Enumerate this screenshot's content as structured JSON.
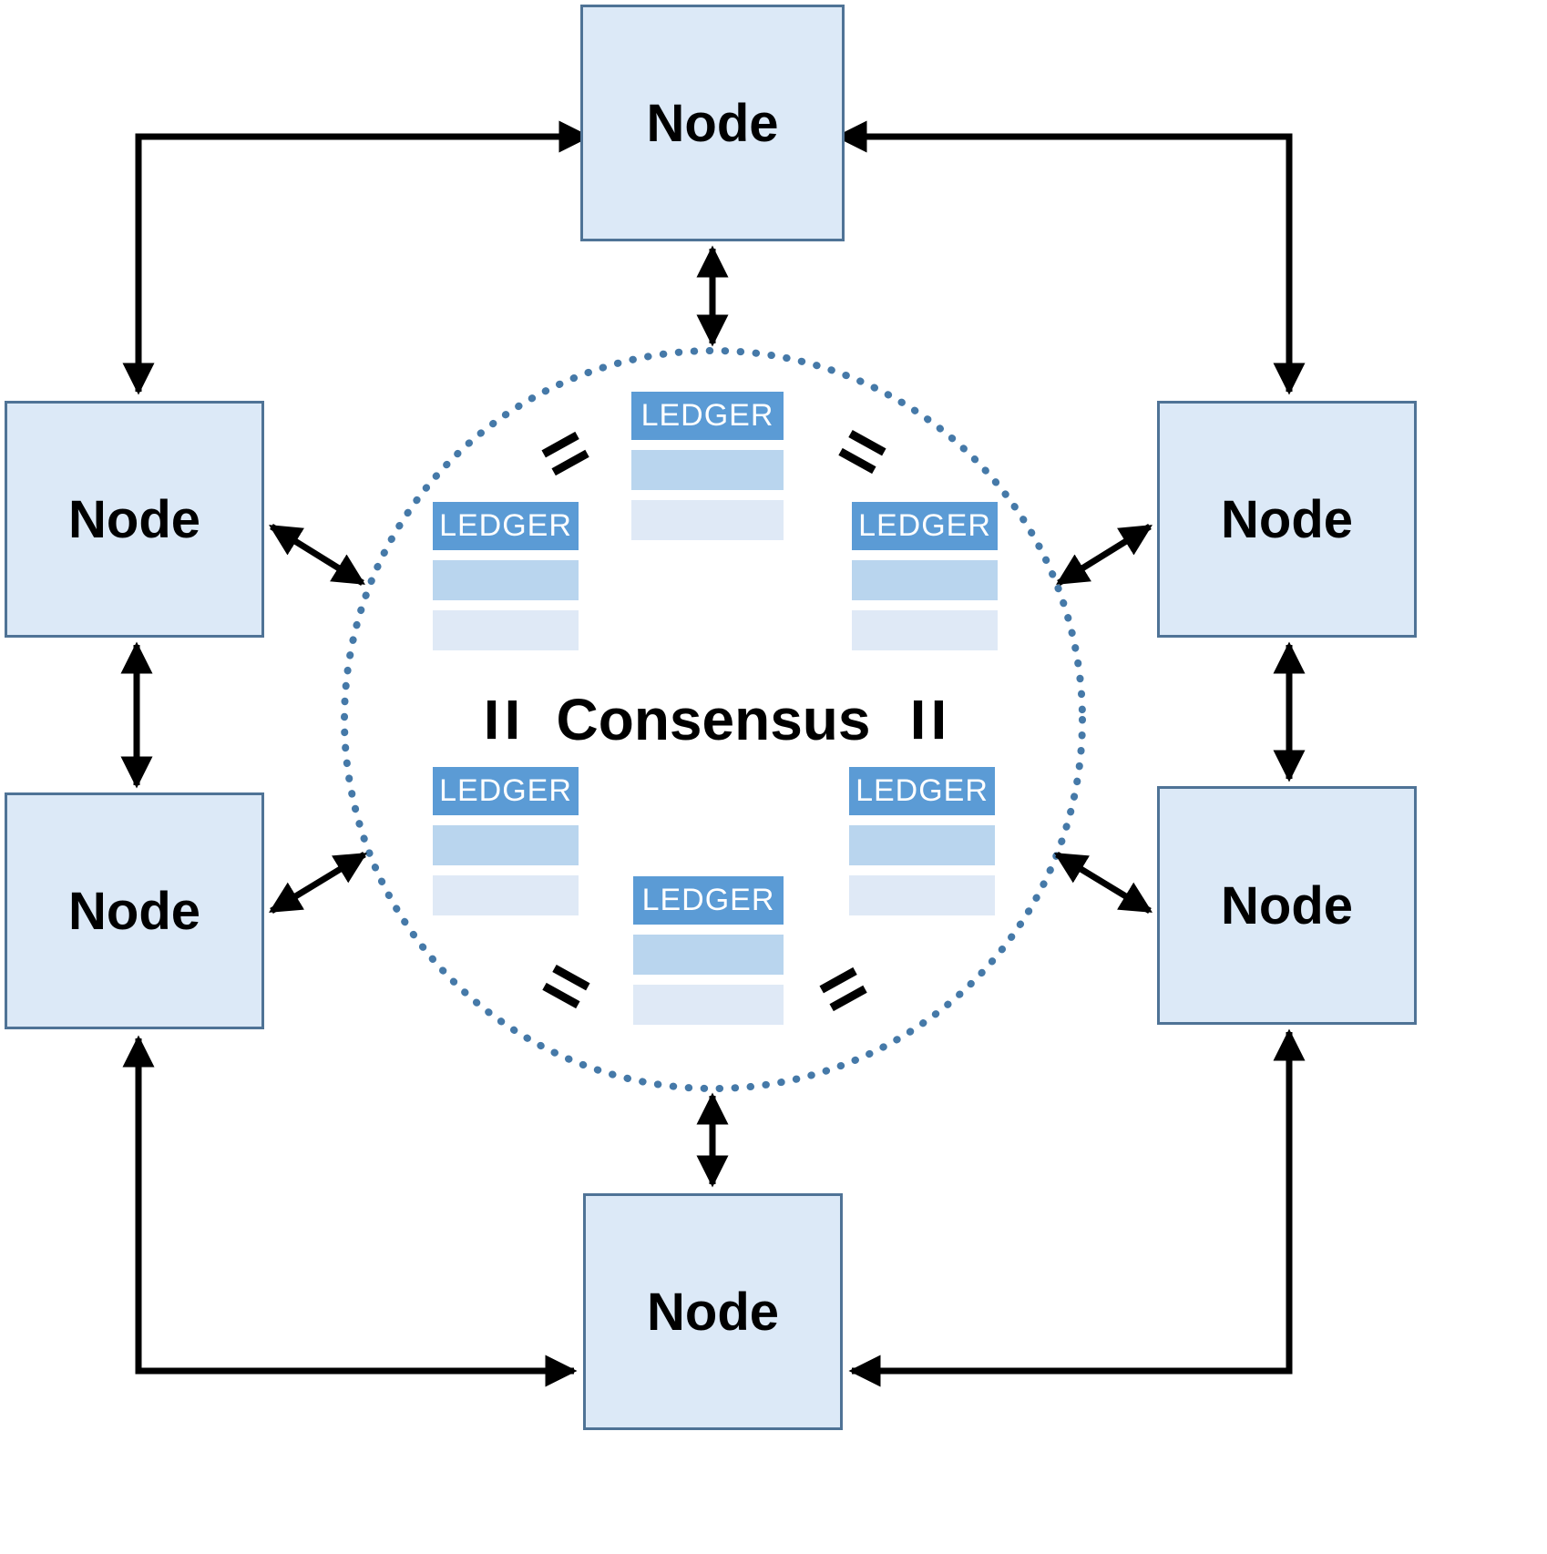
{
  "diagram": {
    "consensus_label": "Consensus",
    "equivalence_symbol": "=",
    "nodes": [
      {
        "position": "top",
        "label": "Node"
      },
      {
        "position": "left-upper",
        "label": "Node"
      },
      {
        "position": "right-upper",
        "label": "Node"
      },
      {
        "position": "left-lower",
        "label": "Node"
      },
      {
        "position": "right-lower",
        "label": "Node"
      },
      {
        "position": "bottom",
        "label": "Node"
      }
    ],
    "ledgers": [
      {
        "position": "top",
        "label": "LEDGER"
      },
      {
        "position": "left-upper",
        "label": "LEDGER"
      },
      {
        "position": "right-upper",
        "label": "LEDGER"
      },
      {
        "position": "left-lower",
        "label": "LEDGER"
      },
      {
        "position": "right-lower",
        "label": "LEDGER"
      },
      {
        "position": "bottom",
        "label": "LEDGER"
      }
    ],
    "colors": {
      "node_fill": "#dce9f7",
      "node_border": "#4f7396",
      "ledger_header_fill": "#5b9bd5",
      "ledger_header_text": "#ffffff",
      "ledger_row1_fill": "#b9d5ee",
      "ledger_row2_fill": "#dfe9f6",
      "circle_stroke": "#4579a8",
      "arrow_color": "#000000"
    }
  }
}
